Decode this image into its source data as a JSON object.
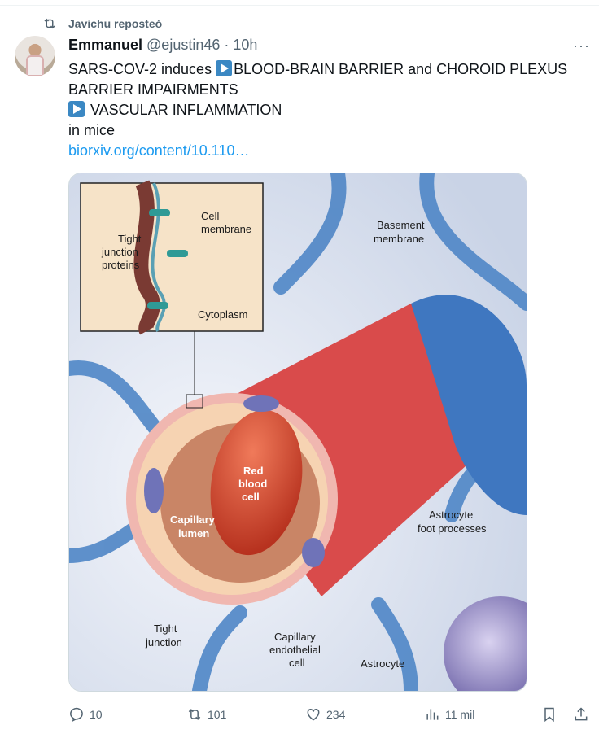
{
  "repost": {
    "label": "Javichu reposteó",
    "icon": "repost-icon"
  },
  "tweet": {
    "author_name": "Emmanuel",
    "handle": "@ejustin46",
    "separator": "·",
    "time": "10h",
    "more": "···",
    "lines": [
      {
        "pre": "SARS-COV-2 induces ",
        "emoji": true,
        "text": "BLOOD-BRAIN BARRIER and CHOROID PLEXUS BARRIER IMPAIRMENTS"
      },
      {
        "pre": "",
        "emoji": true,
        "text": " VASCULAR INFLAMMATION"
      },
      {
        "pre": "",
        "emoji": false,
        "text": " in mice"
      }
    ],
    "link": "biorxiv.org/content/10.110…"
  },
  "image_labels": {
    "cell_membrane_1": "Cell",
    "cell_membrane_2": "membrane",
    "tjp_1": "Tight",
    "tjp_2": "junction",
    "tjp_3": "proteins",
    "cytoplasm": "Cytoplasm",
    "basement_1": "Basement",
    "basement_2": "membrane",
    "rbc_1": "Red",
    "rbc_2": "blood",
    "rbc_3": "cell",
    "lumen_1": "Capillary",
    "lumen_2": "lumen",
    "astro_foot_1": "Astrocyte",
    "astro_foot_2": "foot processes",
    "tj_1": "Tight",
    "tj_2": "junction",
    "endo_1": "Capillary",
    "endo_2": "endothelial",
    "endo_3": "cell",
    "astrocyte": "Astrocyte"
  },
  "actions": {
    "replies": "10",
    "reposts": "101",
    "likes": "234",
    "views": "11 mil"
  }
}
